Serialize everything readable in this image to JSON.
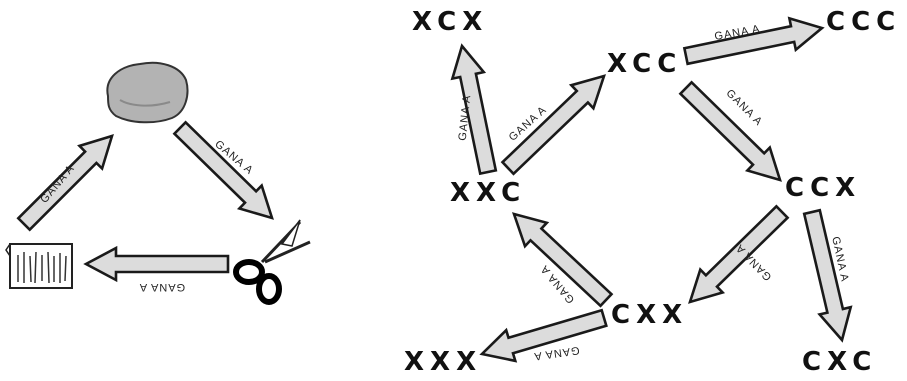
{
  "colors": {
    "arrow_fill": "#dcdcdc",
    "arrow_stroke": "#1a1a1a",
    "rock": "#b3b3b3",
    "text": "#111111"
  },
  "left_cycle": {
    "items": [
      {
        "id": "rock",
        "icon": "rock-icon"
      },
      {
        "id": "scissors",
        "icon": "scissors-icon"
      },
      {
        "id": "paper",
        "icon": "paper-icon"
      }
    ],
    "edges": [
      {
        "from": "paper",
        "to": "rock",
        "label": "GANA A"
      },
      {
        "from": "rock",
        "to": "scissors",
        "label": "GANA A"
      },
      {
        "from": "scissors",
        "to": "paper",
        "label": "GANA A"
      }
    ]
  },
  "right_graph": {
    "nodes": {
      "xcx": "XCX",
      "xcc": "XCC",
      "ccc": "CCC",
      "xxc": "XXC",
      "ccx": "CCX",
      "cxx": "CXX",
      "xxx": "XXX",
      "cxc": "CXC"
    },
    "edges": [
      {
        "from": "xxc",
        "to": "xcx",
        "label": "GANA A"
      },
      {
        "from": "xxc",
        "to": "xcc",
        "label": "GANA A"
      },
      {
        "from": "xcc",
        "to": "ccc",
        "label": "GANA A"
      },
      {
        "from": "xcc",
        "to": "ccx",
        "label": "GANA A"
      },
      {
        "from": "ccx",
        "to": "cxx",
        "label": "GANA A"
      },
      {
        "from": "ccx",
        "to": "cxc",
        "label": "GANA A"
      },
      {
        "from": "cxx",
        "to": "xxc",
        "label": "GANA A"
      },
      {
        "from": "cxx",
        "to": "xxx",
        "label": "GANA A"
      }
    ]
  }
}
